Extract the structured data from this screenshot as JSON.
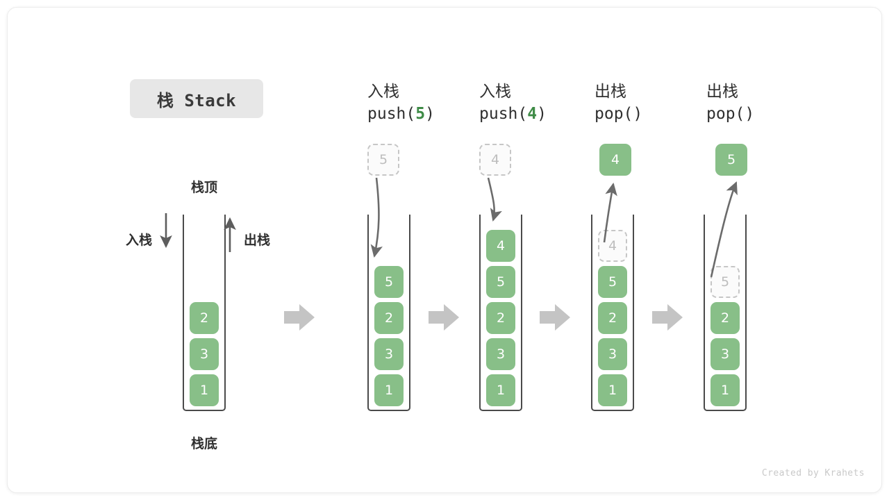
{
  "title": {
    "badge": "栈 Stack"
  },
  "labels": {
    "top": "栈顶",
    "bottom": "栈底",
    "push": "入栈",
    "pop": "出栈"
  },
  "footer": "Created by Krahets",
  "colors": {
    "cell_green": "#88bf88",
    "accent_green": "#3e8b46",
    "ghost_border": "#c6c6c6",
    "ghost_fill": "#fbfbfb",
    "wall": "#4a4a4a",
    "arrow_gray": "#6b6b6b",
    "separator_gray": "#c4c4c4",
    "badge_bg": "#e7e7e7",
    "text": "#2f2f2f"
  },
  "columns": [
    {
      "id": "initial",
      "head_cn": "",
      "head_code": "",
      "head_code_num": "",
      "stack": [
        "2",
        "3",
        "1"
      ],
      "float_label": "",
      "ghost_in_stack": ""
    },
    {
      "id": "push-5",
      "head_cn": "入栈",
      "head_code_prefix": "push(",
      "head_code_num": "5",
      "head_code_suffix": ")",
      "stack": [
        "5",
        "2",
        "3",
        "1"
      ],
      "float_label": "5",
      "float_kind": "ghost"
    },
    {
      "id": "push-4",
      "head_cn": "入栈",
      "head_code_prefix": "push(",
      "head_code_num": "4",
      "head_code_suffix": ")",
      "stack": [
        "4",
        "5",
        "2",
        "3",
        "1"
      ],
      "float_label": "4",
      "float_kind": "ghost"
    },
    {
      "id": "pop-1",
      "head_cn": "出栈",
      "head_code_prefix": "pop(",
      "head_code_num": "",
      "head_code_suffix": ")",
      "stack": [
        "5",
        "2",
        "3",
        "1"
      ],
      "ghost_in_stack": "4",
      "float_label": "4",
      "float_kind": "solid"
    },
    {
      "id": "pop-2",
      "head_cn": "出栈",
      "head_code_prefix": "pop(",
      "head_code_num": "",
      "head_code_suffix": ")",
      "stack": [
        "2",
        "3",
        "1"
      ],
      "ghost_in_stack": "5",
      "float_label": "5",
      "float_kind": "solid"
    }
  ],
  "cells": {
    "c0_0": "2",
    "c0_1": "3",
    "c0_2": "1",
    "c1_0": "5",
    "c1_1": "2",
    "c1_2": "3",
    "c1_3": "1",
    "c2_0": "4",
    "c2_1": "5",
    "c2_2": "2",
    "c2_3": "3",
    "c2_4": "1",
    "c3_g": "4",
    "c3_0": "5",
    "c3_1": "2",
    "c3_2": "3",
    "c3_3": "1",
    "c4_g": "5",
    "c4_0": "2",
    "c4_1": "3",
    "c4_2": "1",
    "f1": "5",
    "f2": "4",
    "f3": "4",
    "f4": "5"
  },
  "head_text": {
    "h1_cn": "入栈",
    "h1_a": "push(",
    "h1_n": "5",
    "h1_b": ")",
    "h2_cn": "入栈",
    "h2_a": "push(",
    "h2_n": "4",
    "h2_b": ")",
    "h3_cn": "出栈",
    "h3_a": "pop(",
    "h3_n": "",
    "h3_b": ")",
    "h4_cn": "出栈",
    "h4_a": "pop(",
    "h4_n": "",
    "h4_b": ")"
  }
}
